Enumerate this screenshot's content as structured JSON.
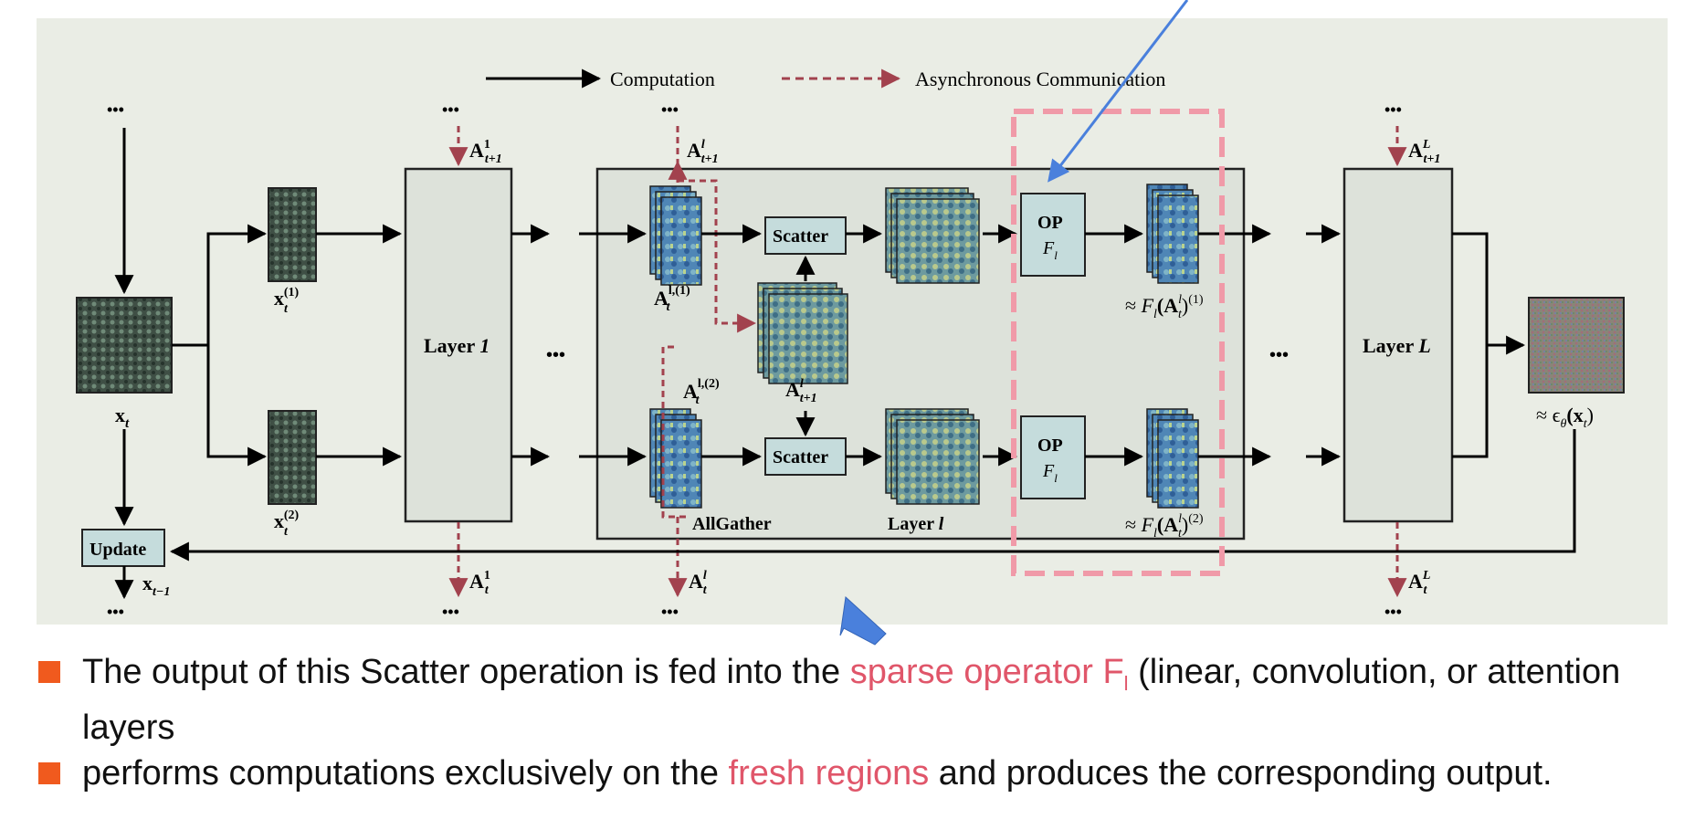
{
  "legend": {
    "computation": "Computation",
    "async": "Asynchronous Communication"
  },
  "labels": {
    "dots": "•••",
    "x_t": "x",
    "x_t_sub": "t",
    "x1_main": "x",
    "x1_sub": "t",
    "x1_sup": "(1)",
    "x2_main": "x",
    "x2_sub": "t",
    "x2_sup": "(2)",
    "layer1": "Layer ",
    "layer1_it": "1",
    "layerL": "Layer ",
    "layerL_it": "L",
    "layer_l": "Layer ",
    "layer_l_it": "l",
    "scatter": "Scatter",
    "op": "OP",
    "op_f": "F",
    "op_sub": "l",
    "allgather": "AllGather",
    "update": "Update",
    "x_prev": "x",
    "x_prev_sub": "t−1",
    "A": "A",
    "A1_next_sub": "t+1",
    "A1_next_sup": "1",
    "Al_next_sub": "t+1",
    "Al_next_sup": "l",
    "AL_next_sub": "t+1",
    "AL_next_sup": "L",
    "A1_sub": "t",
    "A1_sup": "1",
    "Al_sub": "t",
    "Al_sup": "l",
    "AL_sub": "t",
    "AL_sup": "L",
    "Al1_sub": "t",
    "Al1_sup": "l,(1)",
    "Al2_sub": "t",
    "Al2_sup": "l,(2)",
    "Amid_sub": "t+1",
    "Amid_sup": "l",
    "approx": "≈ ",
    "f1_pre": "F",
    "f1_sub": "l",
    "f1_mid": "(A",
    "f1_msub": "t",
    "f1_msup": "l",
    "f1_end": ")",
    "f1_sup": "(1)",
    "f2_sup": "(2)",
    "eps_pre": "≈ ϵ",
    "eps_sub": "θ",
    "eps_mid": "(x",
    "eps_xsub": "t",
    "eps_end": ")"
  },
  "bullets": [
    {
      "before": "The output of this Scatter operation is fed into the ",
      "highlight": "sparse operator F",
      "highlight_sub": "l",
      "after": " (linear, convolution, or attention layers"
    },
    {
      "before": "performs computations exclusively on the ",
      "highlight": "fresh regions",
      "after": " and produces the corresponding output."
    }
  ],
  "colors": {
    "panel_bg": "#eaede5",
    "box_fill": "#dde2da",
    "op_fill": "#c5dcdc",
    "async_arrow": "#a2424e",
    "highlight_box": "#f09aa8",
    "pointer": "#4a80dc",
    "bullet_square": "#f05a1e",
    "highlight_text": "#e0566a"
  }
}
